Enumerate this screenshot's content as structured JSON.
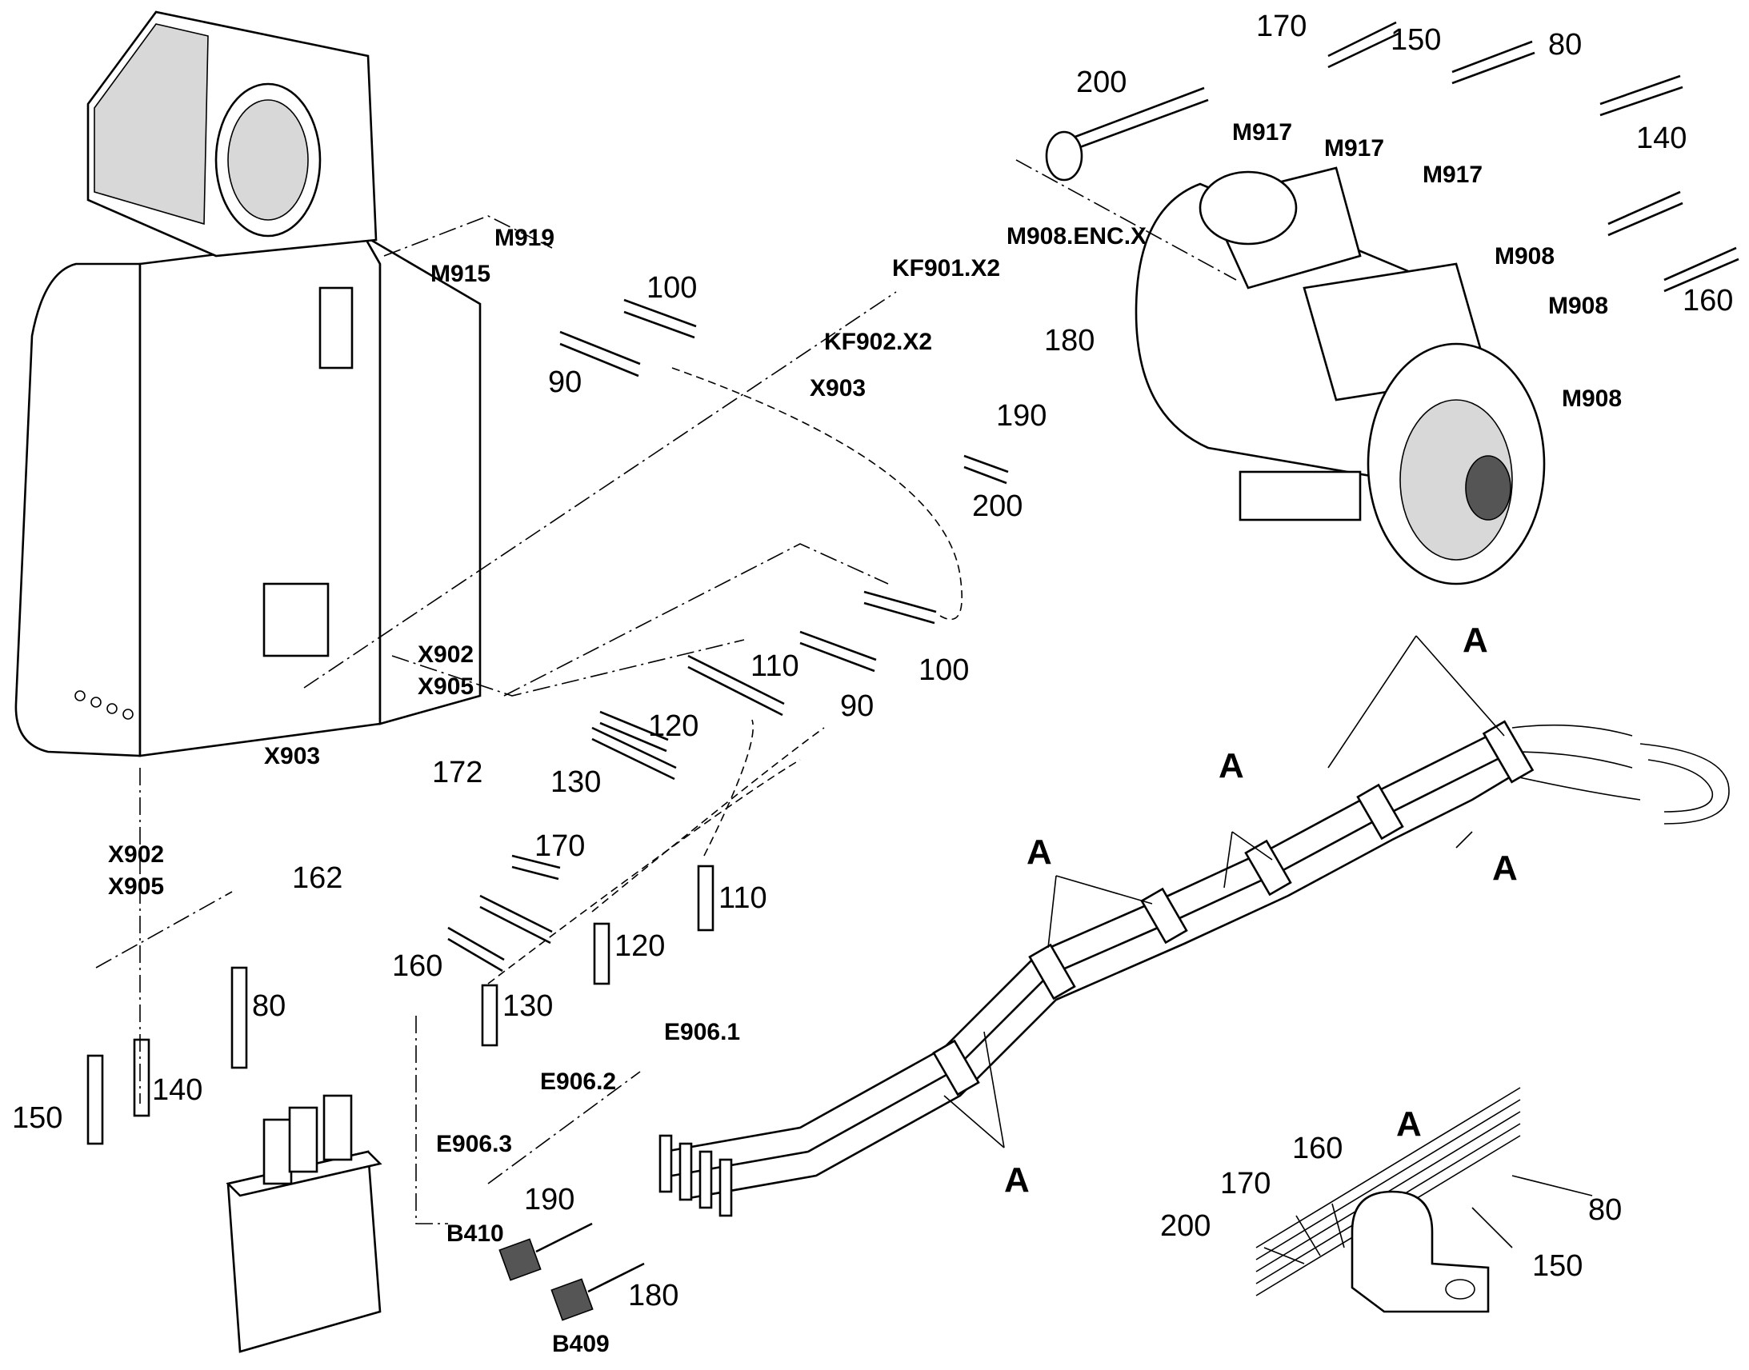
{
  "cable_numbers": {
    "n200_top": "200",
    "n170_top": "170",
    "n150_top": "150",
    "n80_top": "80",
    "n140_top": "140",
    "n160_top": "160",
    "n100_upper": "100",
    "n90_upper": "90",
    "n180_upper": "180",
    "n190_upper": "190",
    "n200_mid": "200",
    "n100_lower": "100",
    "n90_lower": "90",
    "n110_mid": "110",
    "n120_mid": "120",
    "n130_mid": "130",
    "n172": "172",
    "n170_mid": "170",
    "n162": "162",
    "n160_mid": "160",
    "n80_left": "80",
    "n140_left": "140",
    "n150_left": "150",
    "n130_lug": "130",
    "n120_lug": "120",
    "n110_lug": "110",
    "n190_sensor": "190",
    "n180_sensor": "180",
    "n200_detail": "200",
    "n170_detail": "170",
    "n160_detail": "160",
    "n80_detail": "80",
    "n150_detail": "150"
  },
  "connector_labels": {
    "m917_a": "M917",
    "m917_b": "M917",
    "m917_c": "M917",
    "m908_enc": "M908.ENC.X",
    "m908_a": "M908",
    "m908_b": "M908",
    "m908_motor": "M908",
    "m919": "M919",
    "m915": "M915",
    "kf901": "KF901.X2",
    "kf902": "KF902.X2",
    "x903_top": "X903",
    "x902_a": "X902",
    "x905_a": "X905",
    "x903_mid": "X903",
    "x902_b": "X902",
    "x905_b": "X905",
    "e906_1": "E906.1",
    "e906_2": "E906.2",
    "e906_3": "E906.3",
    "b410": "B410",
    "b409": "B409"
  },
  "detail_markers": {
    "a1": "A",
    "a2": "A",
    "a3": "A",
    "a4": "A",
    "a5": "A",
    "a6": "A"
  }
}
